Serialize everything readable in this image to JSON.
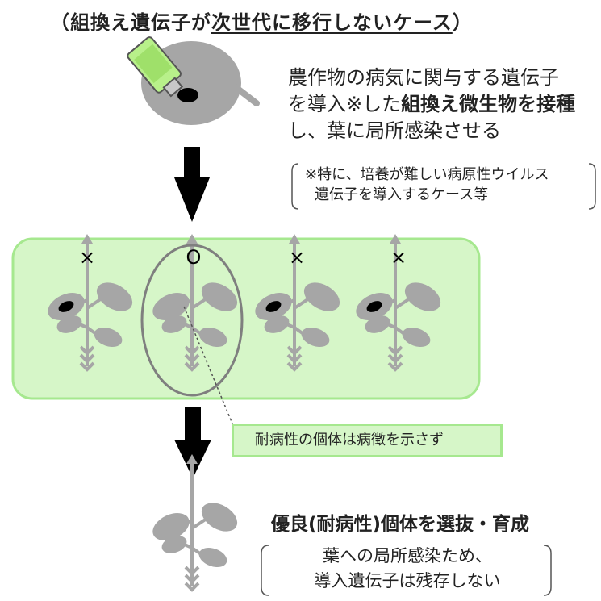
{
  "title": {
    "prefix": "（組換え遺伝子が",
    "underlined": "次世代に移行しないケース",
    "suffix": "）"
  },
  "inoculation": {
    "line1": "農作物の病気に関与する遺伝子",
    "line2_plain": "を導入※した",
    "line2_bold": "組換え微生物を接種",
    "line3": "し、葉に局所感染させる"
  },
  "note": {
    "line1": "※特に、培養が難しい病原性ウイルス",
    "line2": "遺伝子を導入するケース等"
  },
  "plants": {
    "marks": [
      "×",
      "O",
      "×",
      "×"
    ]
  },
  "callout": {
    "text": "耐病性の個体は病徴を示さず"
  },
  "result": {
    "title": "優良(耐病性)個体を選抜・育成",
    "note_line1": "葉への局所感染ため、",
    "note_line2": "導入遺伝子は残存しない"
  },
  "colors": {
    "panel_fill": "#d6f6c8",
    "panel_border": "#a6e88f",
    "plant_gray": "#a6a6a6",
    "arrow": "#000000"
  }
}
